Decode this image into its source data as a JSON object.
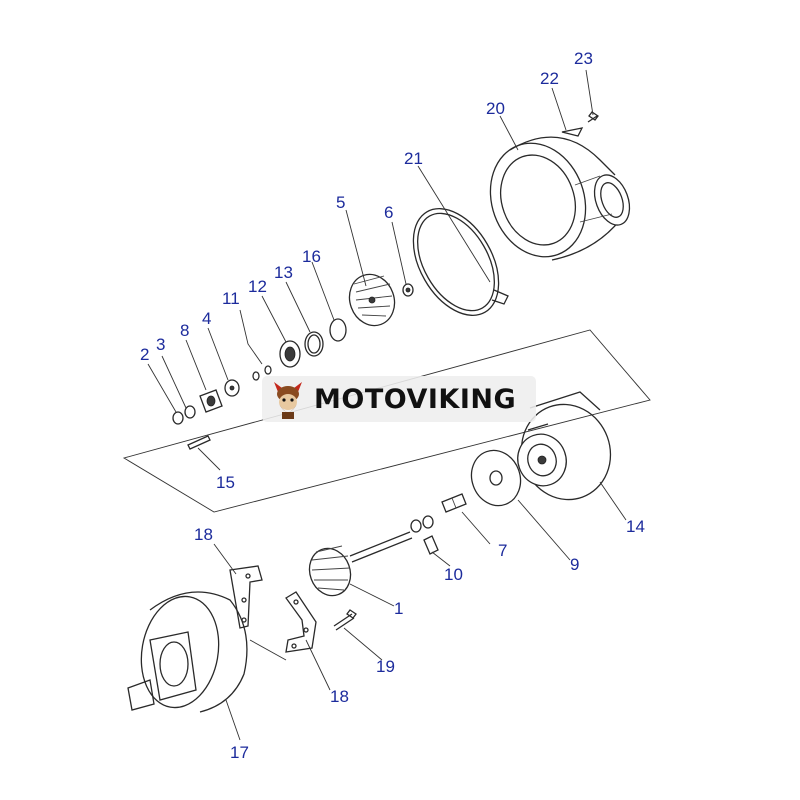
{
  "callouts": [
    {
      "id": "1",
      "text": "1"
    },
    {
      "id": "2",
      "text": "2"
    },
    {
      "id": "3",
      "text": "3"
    },
    {
      "id": "4",
      "text": "4"
    },
    {
      "id": "5",
      "text": "5"
    },
    {
      "id": "6",
      "text": "6"
    },
    {
      "id": "7",
      "text": "7"
    },
    {
      "id": "8",
      "text": "8"
    },
    {
      "id": "9",
      "text": "9"
    },
    {
      "id": "10",
      "text": "10"
    },
    {
      "id": "11",
      "text": "11"
    },
    {
      "id": "12",
      "text": "12"
    },
    {
      "id": "13",
      "text": "13"
    },
    {
      "id": "14",
      "text": "14"
    },
    {
      "id": "15",
      "text": "15"
    },
    {
      "id": "16",
      "text": "16"
    },
    {
      "id": "17",
      "text": "17"
    },
    {
      "id": "18a",
      "text": "18"
    },
    {
      "id": "18b",
      "text": "18"
    },
    {
      "id": "19",
      "text": "19"
    },
    {
      "id": "20",
      "text": "20"
    },
    {
      "id": "21",
      "text": "21"
    },
    {
      "id": "22",
      "text": "22"
    },
    {
      "id": "23",
      "text": "23"
    }
  ],
  "watermark": {
    "text": "MOTOVIKING",
    "logo_icon": "viking-mascot-icon"
  },
  "colors": {
    "callout": "#1c2b9c",
    "line": "#2a2a2a",
    "watermark_bg": "#eeeeee",
    "mascot_brown": "#8a4b20",
    "mascot_red": "#c4281c"
  }
}
